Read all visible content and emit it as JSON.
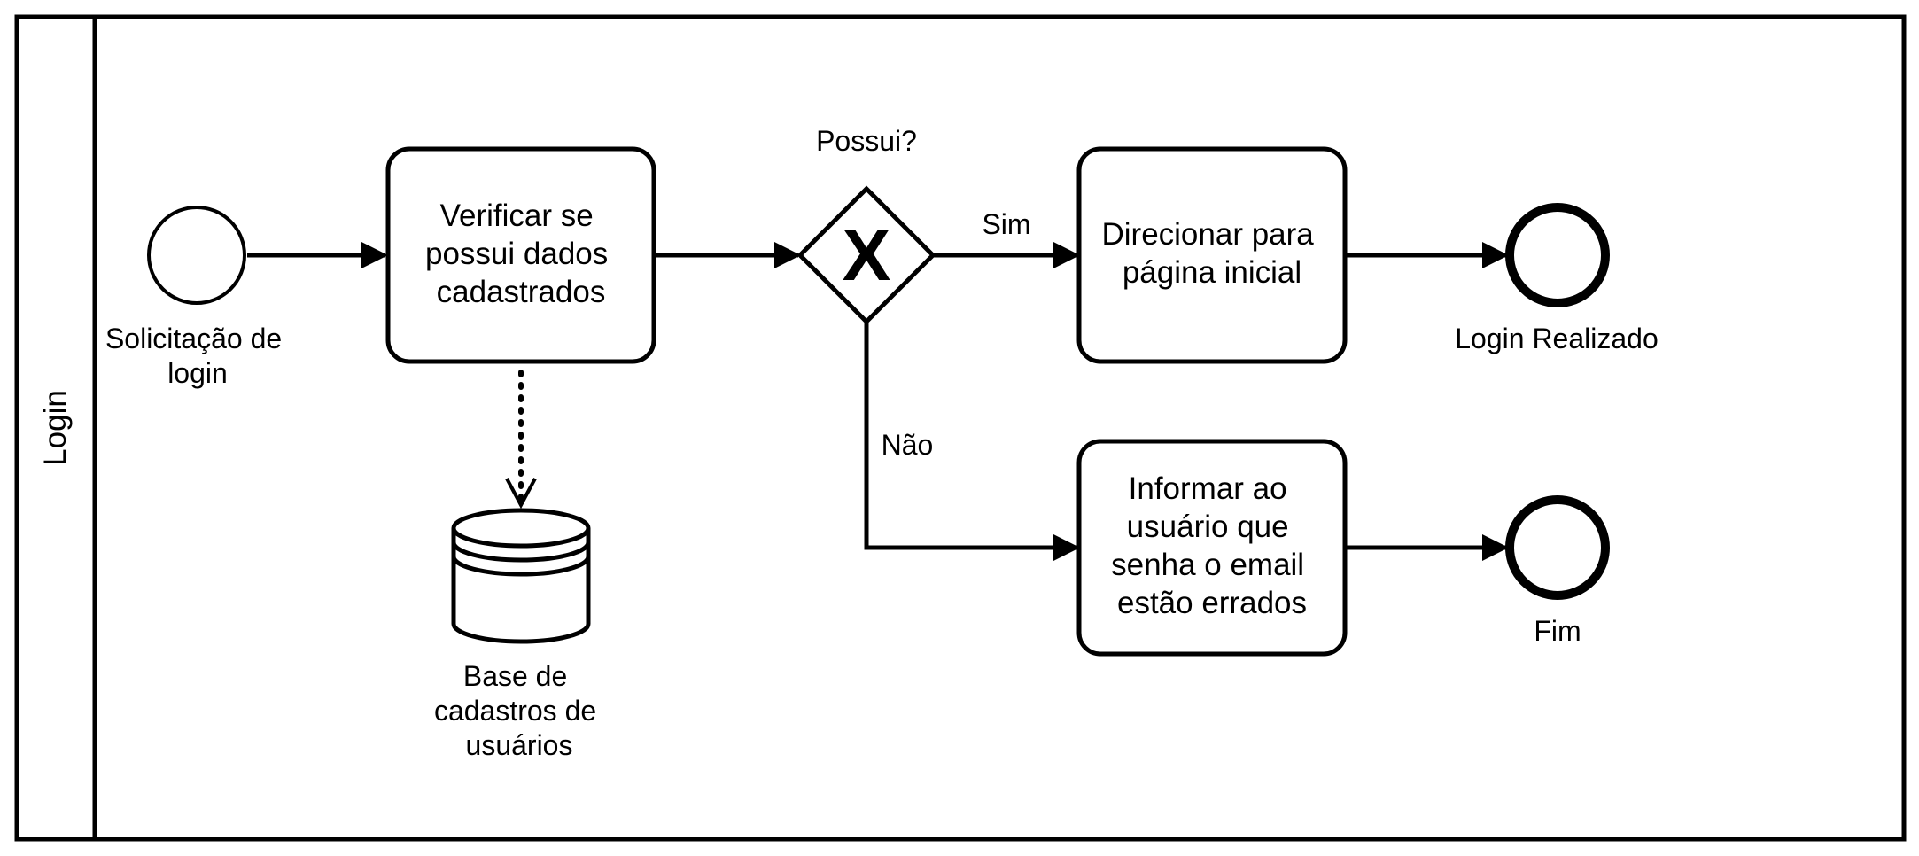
{
  "pool": {
    "lane_label": "Login"
  },
  "events": {
    "start": {
      "label_lines": [
        "Solicitação de",
        "login"
      ]
    },
    "end_success": {
      "label_lines": [
        "Login Realizado"
      ]
    },
    "end_fail": {
      "label_lines": [
        "Fim"
      ]
    }
  },
  "tasks": {
    "verify": {
      "lines": [
        "Verificar se",
        "possui dados",
        "cadastrados"
      ]
    },
    "redirect": {
      "lines": [
        "Direcionar para",
        "página inicial"
      ]
    },
    "inform": {
      "lines": [
        "Informar ao",
        "usuário que",
        "senha o email",
        "estão errados"
      ]
    }
  },
  "gateway": {
    "question": "Possui?",
    "marker": "X",
    "branch_yes": "Sim",
    "branch_no": "Não"
  },
  "datastore": {
    "label_lines": [
      "Base de",
      "cadastros de",
      "usuários"
    ]
  },
  "colors": {
    "stroke": "#000000",
    "fill": "#ffffff",
    "text": "#000000"
  }
}
